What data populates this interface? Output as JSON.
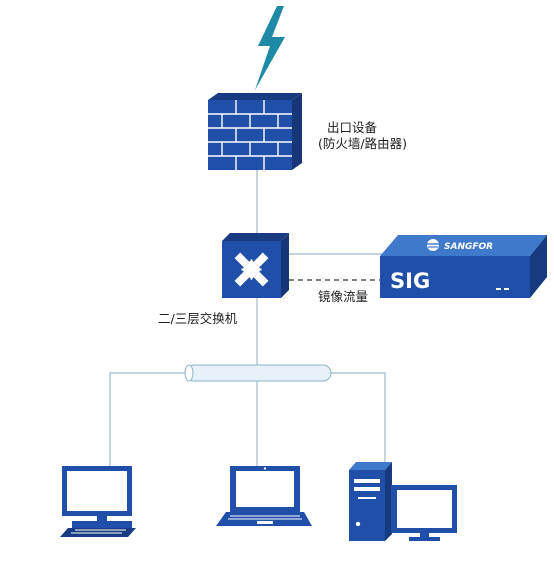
{
  "egress_device": {
    "label_line1": "出口设备",
    "label_line2": "(防火墙/路由器)"
  },
  "switch": {
    "label": "二/三层交换机"
  },
  "mirror_link": {
    "label": "镜像流量"
  },
  "sig_appliance": {
    "model_text": "SIG",
    "brand_text": "SANGFOR"
  },
  "endpoints": [
    {
      "type": "desktop-monitor",
      "icon": "desktop-computer-icon"
    },
    {
      "type": "laptop",
      "icon": "laptop-icon"
    },
    {
      "type": "tower-with-monitor",
      "icon": "workstation-icon"
    }
  ],
  "colors": {
    "device_blue": "#1f4fa8",
    "device_dark": "#183c82",
    "lightning_teal": "#1f8aa6",
    "link_line": "#9fb9cc",
    "mirror_dash": "#333333",
    "bus_fill": "#e6f2f8",
    "bus_stroke": "#8fb3c6"
  }
}
